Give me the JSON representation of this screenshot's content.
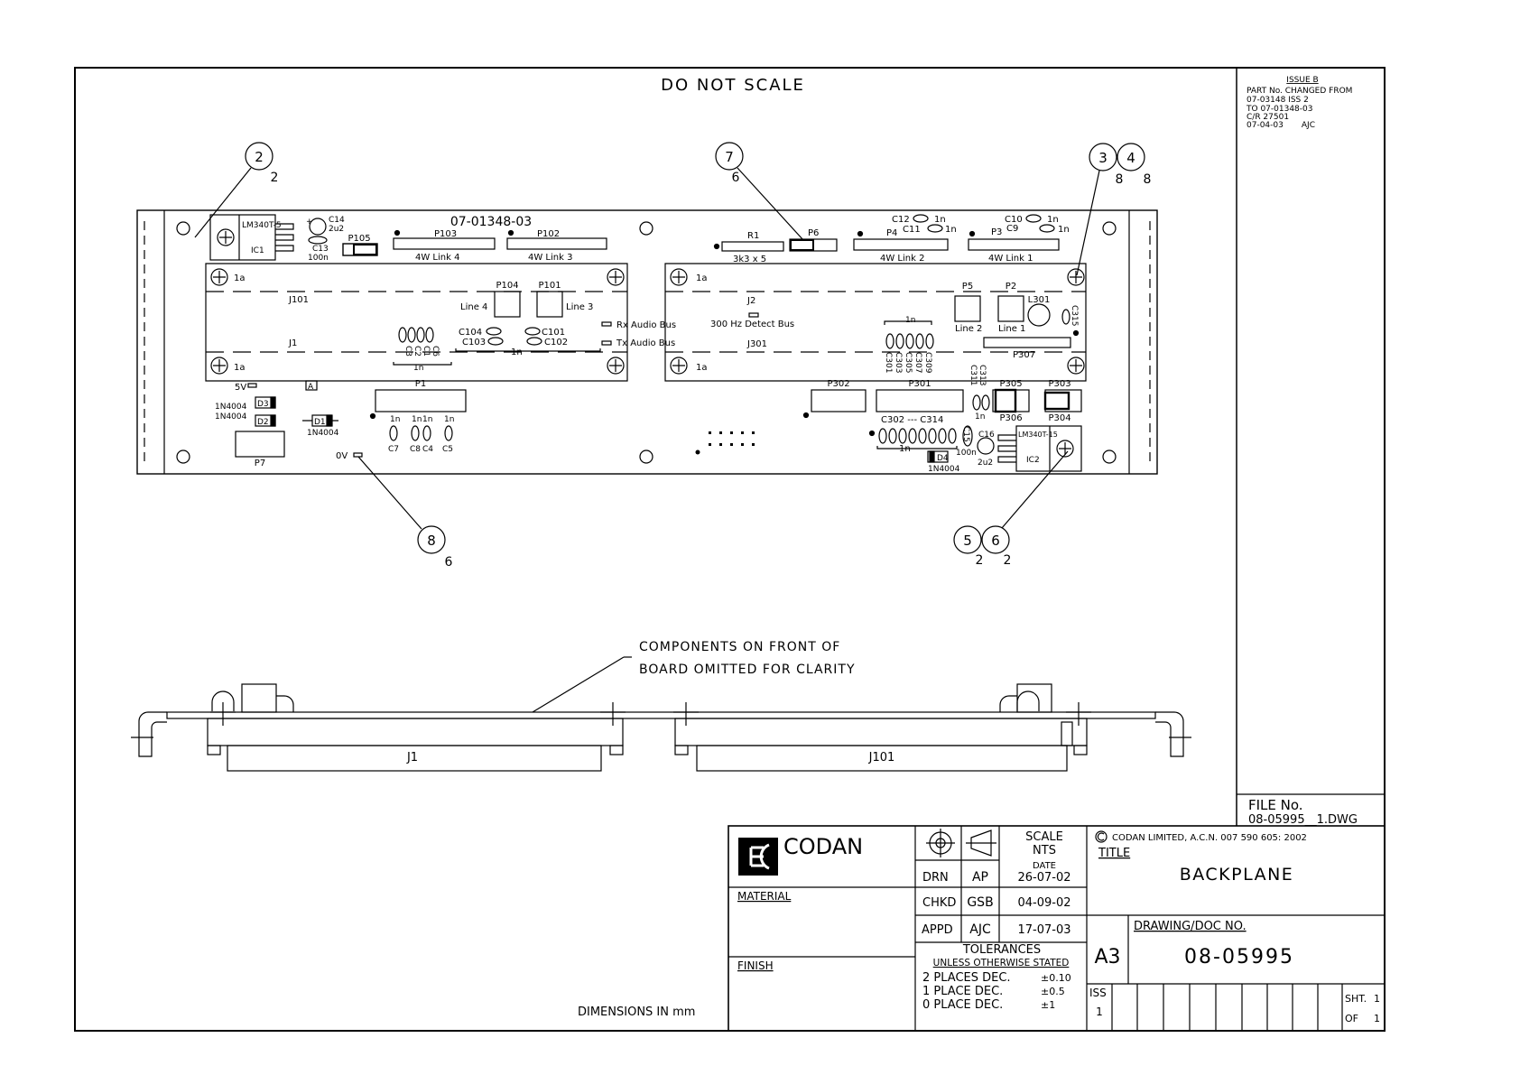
{
  "header": {
    "do_not_scale": "DO NOT SCALE"
  },
  "issue_note": {
    "title": "ISSUE B",
    "lines": [
      "PART No. CHANGED FROM",
      "07-03148 ISS 2",
      "TO 07-01348-03",
      "C/R 27501",
      "07-04-03       AJC"
    ]
  },
  "balloons": {
    "b2": {
      "num": "2",
      "qty": "2"
    },
    "b7": {
      "num": "7",
      "qty": "6"
    },
    "b3": {
      "num": "3",
      "qty": "8"
    },
    "b4": {
      "num": "4",
      "qty": "8"
    },
    "b8": {
      "num": "8",
      "qty": "6"
    },
    "b5": {
      "num": "5",
      "qty": "2"
    },
    "b6": {
      "num": "6",
      "qty": "2"
    }
  },
  "board": {
    "part_no": "07-01348-03",
    "labels": {
      "ic1": "IC1",
      "lm1": "LM340T-5",
      "c14": "C14",
      "c14v": "2u2",
      "c13": "C13",
      "c13v": "100n",
      "plus": "+",
      "p105": "P105",
      "p103": "P103",
      "p102": "P102",
      "link4": "4W Link 4",
      "link3": "4W Link 3",
      "r1": "R1",
      "r1v": "3k3 x 5",
      "p6": "P6",
      "p4": "P4",
      "link2": "4W Link 2",
      "p3": "P3",
      "link1": "4W Link 1",
      "c12": "C12",
      "c11": "C11",
      "c10": "C10",
      "c9": "C9",
      "n1": "1n",
      "j101": "J101",
      "j1": "J1",
      "j2": "J2",
      "j301": "J301",
      "one_a": "1a",
      "p104": "P104",
      "p101": "P101",
      "line4": "Line 4",
      "line3": "Line 3",
      "c104": "C104",
      "c103": "C103",
      "c101": "C101",
      "c102": "C102",
      "rx": "Rx  Audio Bus",
      "tx": "Tx  Audio Bus",
      "det": "300 Hz Detect Bus",
      "c3": "C3",
      "c2": "C2",
      "c1": "C1",
      "c6": "C6",
      "p5": "P5",
      "p2": "P2",
      "l301": "L301",
      "line2": "Line 2",
      "line1": "Line 1",
      "c315": "C315",
      "p307": "P307",
      "c301": "C301",
      "c303": "C303",
      "c305": "C305",
      "c307": "C307",
      "c309": "C309",
      "v5": "5V",
      "a": "A",
      "p1": "P1",
      "d3": "D3",
      "d2": "D2",
      "d1": "D1",
      "n4004": "1N4004",
      "p302": "P302",
      "p301": "P301",
      "c311": "C311",
      "c313": "C313",
      "p305": "P305",
      "p303": "P303",
      "p306": "P306",
      "p304": "P304",
      "c302": "C302 --- C314",
      "c15": "C15",
      "c16": "C16",
      "c16v": "2u2",
      "c15v": "100n",
      "d4": "D4",
      "lm2": "LM340T-15",
      "ic2": "IC2",
      "c7": "C7",
      "c8": "C8",
      "c4": "C4",
      "c5": "C5",
      "ov": "0V",
      "p7": "P7"
    }
  },
  "side_view": {
    "note_line1": "COMPONENTS ON FRONT OF",
    "note_line2": "BOARD OMITTED FOR CLARITY",
    "j1": "J1",
    "j101": "J101"
  },
  "file": {
    "label": "FILE No.",
    "value": "08-05995__1.DWG"
  },
  "title_block": {
    "company": "CODAN",
    "material_label": "MATERIAL",
    "finish_label": "FINISH",
    "dimensions": "DIMENSIONS IN mm",
    "scale_label": "SCALE",
    "scale_value": "NTS",
    "date_label": "DATE",
    "rows": [
      {
        "role": "DRN",
        "initials": "AP",
        "date": "26-07-02"
      },
      {
        "role": "CHKD",
        "initials": "GSB",
        "date": "04-09-02"
      },
      {
        "role": "APPD",
        "initials": "AJC",
        "date": "17-07-03"
      }
    ],
    "tolerances_label": "TOLERANCES",
    "unless_label": "UNLESS OTHERWISE STATED",
    "tolerances": [
      {
        "label": "2 PLACES DEC.",
        "value": "±0.10"
      },
      {
        "label": "1 PLACE DEC.",
        "value": "±0.5"
      },
      {
        "label": "0 PLACE DEC.",
        "value": "±1"
      }
    ],
    "copyright": "CODAN LIMITED, A.C.N. 007 590 605:  2002",
    "title_label": "TITLE",
    "title_value": "BACKPLANE",
    "drawing_label": "DRAWING/DOC NO.",
    "drawing_value": "08-05995",
    "size": "A3",
    "iss_label": "ISS",
    "iss_value": "1",
    "sheet_label": "SHT.",
    "sheet_value": "1",
    "of_label": "OF",
    "of_value": "1"
  }
}
